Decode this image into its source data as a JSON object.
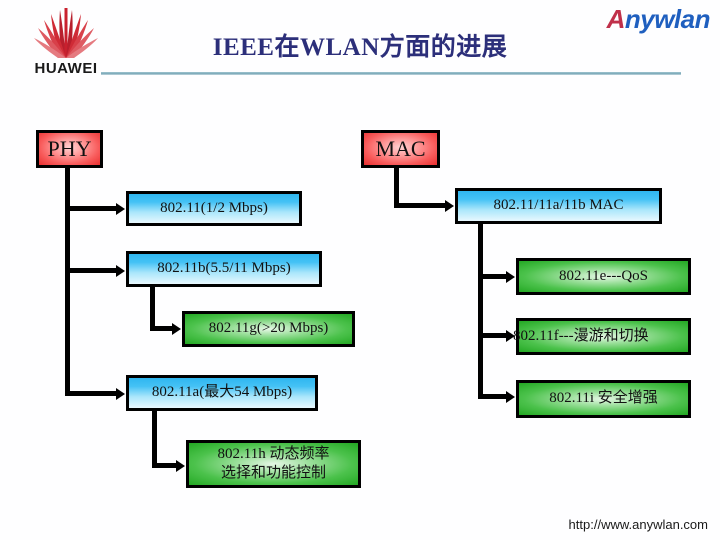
{
  "header": {
    "title": "IEEE在WLAN方面的进展",
    "brand_logo": "huawei-logo",
    "brand_word": "HUAWEI",
    "partner_logo_prefix": "A",
    "partner_logo_rest": "nywlan",
    "title_color": "#2c2f7a",
    "rule_color": "#7ba8b8"
  },
  "diagram": {
    "columns": [
      {
        "header": "PHY",
        "header_color": "#f85b5b",
        "nodes": [
          {
            "label": "802.11(1/2 Mbps)",
            "color": "blue"
          },
          {
            "label": "802.11b(5.5/11 Mbps)",
            "color": "blue"
          },
          {
            "label": "802.11g(>20 Mbps)",
            "color": "green"
          },
          {
            "label": "802.11a(最大54 Mbps)",
            "color": "blue"
          },
          {
            "line1": "802.11h 动态频率",
            "line2": "选择和功能控制",
            "color": "green"
          }
        ]
      },
      {
        "header": "MAC",
        "header_color": "#f85b5b",
        "nodes": [
          {
            "label": "802.11/11a/11b MAC",
            "color": "blue"
          },
          {
            "label": "802.11e---QoS",
            "color": "green"
          },
          {
            "label": "802.11f---漫游和切换",
            "color": "green"
          },
          {
            "label": "802.11i 安全增强",
            "color": "green"
          }
        ]
      }
    ]
  },
  "footer": {
    "url": "http://www.anywlan.com"
  }
}
